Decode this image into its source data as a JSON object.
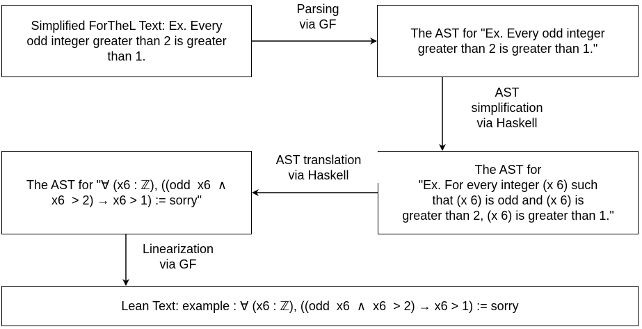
{
  "nodes": {
    "forthel_text": {
      "lines": [
        "Simplified ForTheL Text: Ex. Every",
        "odd integer greater than 2 is greater",
        "than 1."
      ]
    },
    "ast_original": {
      "lines": [
        "The AST for \"Ex. Every odd integer",
        "greater than 2 is greater than 1.\""
      ]
    },
    "ast_simplified": {
      "lines": [
        "The AST for",
        "\"Ex. For every integer (x 6) such",
        "that (x 6) is odd and (x 6) is",
        "greater than 2, (x 6) is greater than 1.\""
      ]
    },
    "ast_lean": {
      "lines": [
        "The AST for \"∀ (x6 : ℤ), ((odd  x6  ∧",
        "x6  > 2) → x6 > 1) := sorry\""
      ]
    },
    "lean_text": {
      "lines": [
        "Lean Text: example : ∀ (x6 : ℤ), ((odd  x6  ∧  x6  > 2) → x6 > 1) := sorry"
      ]
    }
  },
  "edges": {
    "parsing": {
      "lines": [
        "Parsing",
        "via GF"
      ]
    },
    "simplification": {
      "lines": [
        "AST",
        "simplification",
        "via Haskell"
      ]
    },
    "translation": {
      "lines": [
        "AST translation",
        "via Haskell"
      ]
    },
    "linearization": {
      "lines": [
        "Linearization",
        "via GF"
      ]
    }
  }
}
